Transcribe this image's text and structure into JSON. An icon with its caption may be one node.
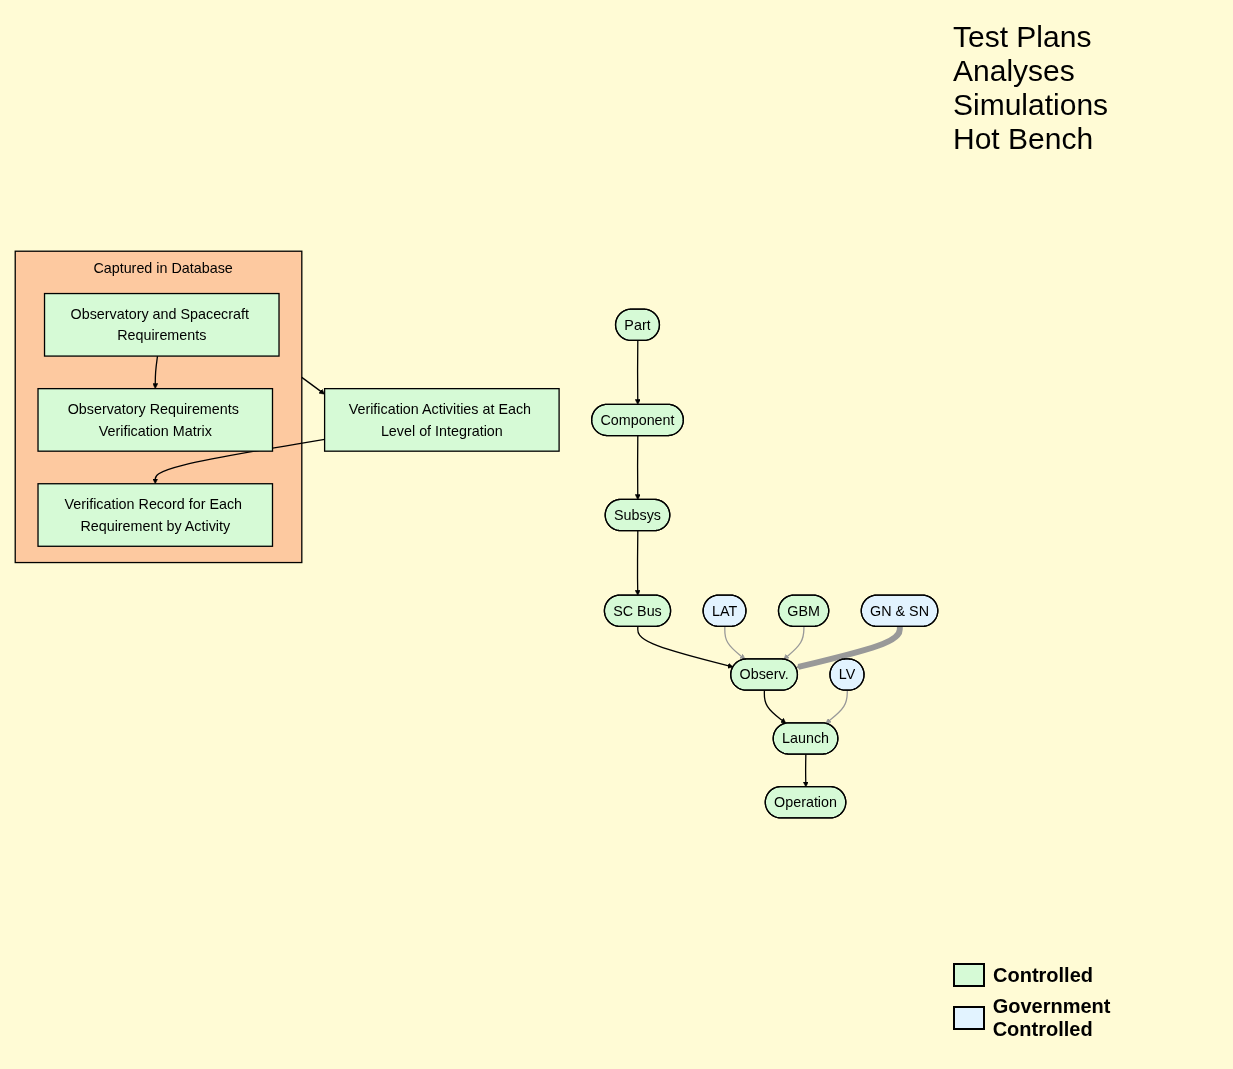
{
  "diagram": {
    "nodes": [
      {
        "text": [
          "Captured in Database"
        ]
      },
      {
        "text": [
          "Observatory and Spacecraft Requirements"
        ],
        "in": 0
      },
      {
        "text": [
          "Observatory Requirements Verification Matrix"
        ],
        "in": 0
      },
      {
        "text": [
          "Verification Record for Each Requirement by Activity"
        ],
        "in": 0
      },
      {
        "text": [
          "Verification Activities at Each Level of Integration"
        ]
      },
      {
        "text": [
          "Subsys"
        ]
      },
      {
        "text": [
          "SC Bus"
        ]
      },
      {
        "text": [
          "Observ."
        ]
      },
      {
        "text": [
          "Launch"
        ]
      },
      {
        "text": [
          "Operation"
        ]
      },
      {
        "text": [
          "LAT"
        ]
      },
      {
        "text": [
          "Component"
        ]
      },
      {
        "text": [
          "LV"
        ]
      },
      {
        "text": [
          "GBM"
        ]
      },
      {
        "text": [
          "Part"
        ]
      },
      {
        "text": [
          "GN & SN"
        ]
      }
    ],
    "edges": [
      {
        "from": 1,
        "to": 2,
        "arrow": "to"
      },
      {
        "from": 0,
        "to": 4,
        "arrow": "to"
      },
      {
        "from": 4,
        "to": 3,
        "arrow": "to"
      },
      {
        "from": 5,
        "to": 6,
        "arrow": "to"
      },
      {
        "from": 6,
        "to": 7,
        "arrow": "to"
      },
      {
        "from": 7,
        "to": 8,
        "arrow": "to"
      },
      {
        "from": 8,
        "to": 9,
        "arrow": "to"
      },
      {
        "from": 11,
        "to": 5,
        "arrow": "to"
      },
      {
        "from": 14,
        "to": 11,
        "arrow": "to"
      },
      {
        "from": 10,
        "to": 7,
        "arrow": "to",
        "color": "#999999"
      },
      {
        "from": 13,
        "to": 7,
        "arrow": "to",
        "color": "#999999"
      },
      {
        "from": 15,
        "to": 7,
        "arrow": "to",
        "style": "thick",
        "color": "#999999"
      },
      {
        "from": 12,
        "to": 8,
        "arrow": "to",
        "color": "#999999"
      }
    ],
    "labels": [
      "Test Plans",
      "Analyses",
      "Simulations",
      "Hot Bench"
    ],
    "legend": [
      {
        "text": "Controlled",
        "color": "#d6fad6"
      },
      {
        "text": "Government Controlled",
        "color": "#e2f3ff"
      }
    ]
  }
}
